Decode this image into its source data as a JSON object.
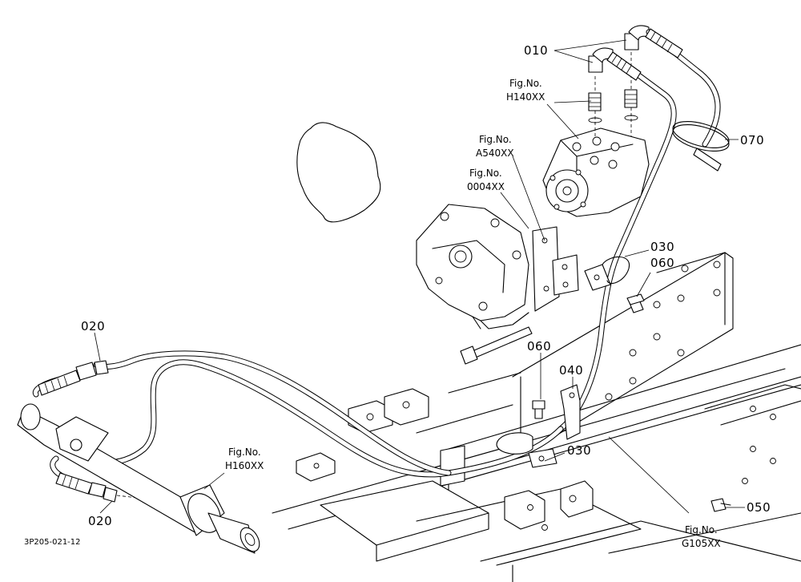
{
  "parts": {
    "p010": "010",
    "p020_top": "020",
    "p020_bottom": "020",
    "p030_top": "030",
    "p030_bottom": "030",
    "p040": "040",
    "p050": "050",
    "p060_top": "060",
    "p060_mid": "060",
    "p070": "070"
  },
  "figure_refs": {
    "h140": {
      "line1": "Fig.No.",
      "line2": "H140XX"
    },
    "a540": {
      "line1": "Fig.No.",
      "line2": "A540XX"
    },
    "o004": {
      "line1": "Fig.No.",
      "line2": "0004XX"
    },
    "h160": {
      "line1": "Fig.No.",
      "line2": "H160XX"
    },
    "g105": {
      "line1": "Fig.No.",
      "line2": "G105XX"
    }
  },
  "drawing_code": "3P205-021-12"
}
